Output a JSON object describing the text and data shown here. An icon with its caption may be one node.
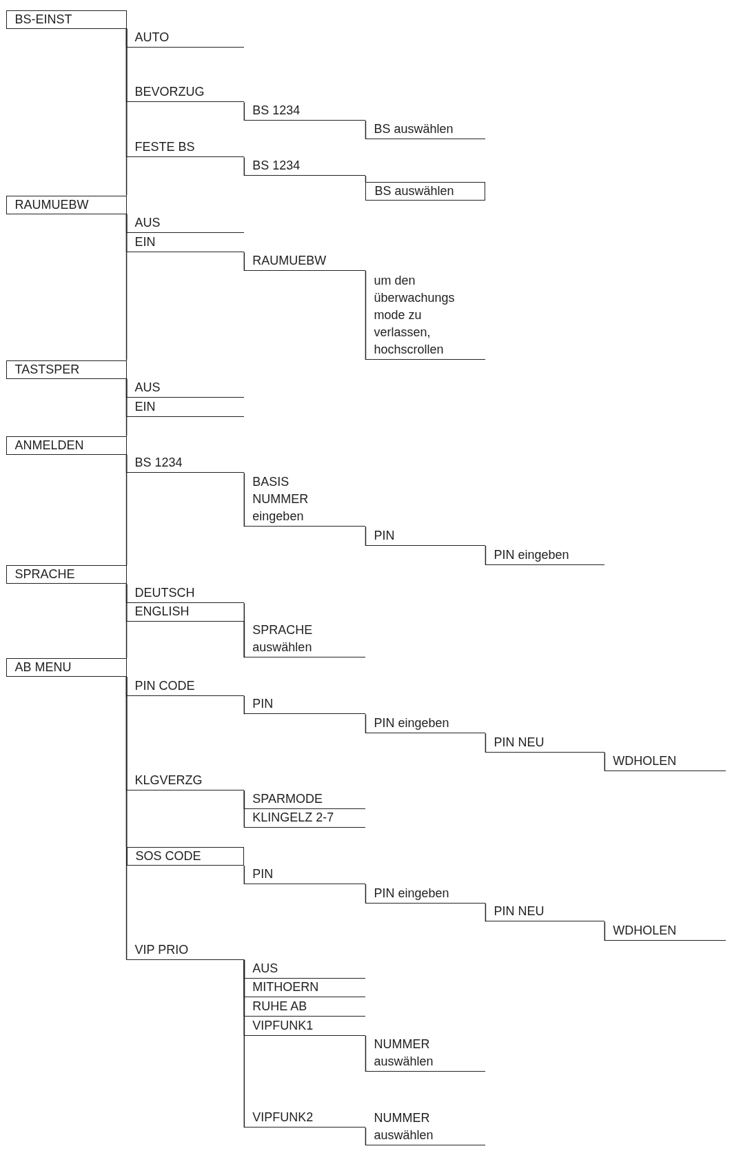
{
  "diagram": {
    "nodes": [
      {
        "text": [
          "BS-EINST"
        ]
      },
      {
        "text": [
          "AUTO"
        ]
      },
      {
        "text": [
          "BEVORZUG"
        ]
      },
      {
        "text": [
          "BS 1234"
        ]
      },
      {
        "text": [
          "BS auswählen"
        ]
      },
      {
        "text": [
          "FESTE BS"
        ]
      },
      {
        "text": [
          "BS 1234"
        ]
      },
      {
        "text": [
          "BS auswählen"
        ]
      },
      {
        "text": [
          "RAUMUEBW"
        ]
      },
      {
        "text": [
          "AUS"
        ]
      },
      {
        "text": [
          "EIN"
        ]
      },
      {
        "text": [
          "RAUMUEBW"
        ]
      },
      {
        "text": [
          "um den überwachungs mode zu verlassen, hochscrollen"
        ]
      },
      {
        "text": [
          "TASTSPER"
        ]
      },
      {
        "text": [
          "AUS"
        ]
      },
      {
        "text": [
          "EIN"
        ]
      },
      {
        "text": [
          "ANMELDEN"
        ]
      },
      {
        "text": [
          "BS 1234"
        ]
      },
      {
        "text": [
          "BASIS NUMMER eingeben"
        ]
      },
      {
        "text": [
          "PIN"
        ]
      },
      {
        "text": [
          "PIN eingeben"
        ]
      },
      {
        "text": [
          "SPRACHE"
        ]
      },
      {
        "text": [
          "DEUTSCH"
        ]
      },
      {
        "text": [
          "ENGLISH"
        ]
      },
      {
        "text": [
          "SPRACHE auswählen"
        ]
      },
      {
        "text": [
          "AB MENU"
        ]
      },
      {
        "text": [
          "PIN CODE"
        ]
      },
      {
        "text": [
          "PIN"
        ]
      },
      {
        "text": [
          "PIN eingeben"
        ]
      },
      {
        "text": [
          "PIN NEU"
        ]
      },
      {
        "text": [
          "WDHOLEN"
        ]
      },
      {
        "text": [
          "KLGVERZG"
        ]
      },
      {
        "text": [
          "SPARMODE"
        ]
      },
      {
        "text": [
          "KLINGELZ 2-7"
        ]
      },
      {
        "text": [
          "SOS CODE"
        ]
      },
      {
        "text": [
          "PIN"
        ]
      },
      {
        "text": [
          "PIN eingeben"
        ]
      },
      {
        "text": [
          "PIN NEU"
        ]
      },
      {
        "text": [
          "WDHOLEN"
        ]
      },
      {
        "text": [
          "VIP PRIO"
        ]
      },
      {
        "text": [
          "AUS"
        ]
      },
      {
        "text": [
          "MITHOERN"
        ]
      },
      {
        "text": [
          "RUHE AB"
        ]
      },
      {
        "text": [
          "VIPFUNK1"
        ]
      },
      {
        "text": [
          "NUMMER auswählen"
        ]
      },
      {
        "text": [
          "VIPFUNK2"
        ]
      },
      {
        "text": [
          "NUMMER auswählen"
        ]
      }
    ],
    "edges": [
      {
        "from": 0,
        "to": 1,
        "arrow": "none"
      },
      {
        "from": 0,
        "to": 2,
        "arrow": "none"
      },
      {
        "from": 2,
        "to": 3,
        "arrow": "none"
      },
      {
        "from": 3,
        "to": 4,
        "arrow": "none"
      },
      {
        "from": 0,
        "to": 5,
        "arrow": "none"
      },
      {
        "from": 5,
        "to": 6,
        "arrow": "none"
      },
      {
        "from": 6,
        "to": 7,
        "arrow": "none"
      },
      {
        "from": 0,
        "to": 8,
        "arrow": "none"
      },
      {
        "from": 8,
        "to": 9,
        "arrow": "none"
      },
      {
        "from": 8,
        "to": 10,
        "arrow": "none"
      },
      {
        "from": 10,
        "to": 11,
        "arrow": "none"
      },
      {
        "from": 11,
        "to": 12,
        "arrow": "none"
      },
      {
        "from": 8,
        "to": 13,
        "arrow": "none"
      },
      {
        "from": 13,
        "to": 14,
        "arrow": "none"
      },
      {
        "from": 13,
        "to": 15,
        "arrow": "none"
      },
      {
        "from": 13,
        "to": 16,
        "arrow": "none"
      },
      {
        "from": 16,
        "to": 17,
        "arrow": "none"
      },
      {
        "from": 17,
        "to": 18,
        "arrow": "none"
      },
      {
        "from": 18,
        "to": 19,
        "arrow": "none"
      },
      {
        "from": 19,
        "to": 20,
        "arrow": "none"
      },
      {
        "from": 16,
        "to": 21,
        "arrow": "none"
      },
      {
        "from": 21,
        "to": 22,
        "arrow": "none"
      },
      {
        "from": 21,
        "to": 23,
        "arrow": "none"
      },
      {
        "from": 22,
        "to": 24,
        "arrow": "none"
      },
      {
        "from": 23,
        "to": 24,
        "arrow": "none"
      },
      {
        "from": 21,
        "to": 25,
        "arrow": "none"
      },
      {
        "from": 25,
        "to": 26,
        "arrow": "none"
      },
      {
        "from": 26,
        "to": 27,
        "arrow": "none"
      },
      {
        "from": 27,
        "to": 28,
        "arrow": "none"
      },
      {
        "from": 28,
        "to": 29,
        "arrow": "none"
      },
      {
        "from": 29,
        "to": 30,
        "arrow": "none"
      },
      {
        "from": 25,
        "to": 31,
        "arrow": "none"
      },
      {
        "from": 31,
        "to": 32,
        "arrow": "none"
      },
      {
        "from": 31,
        "to": 33,
        "arrow": "none"
      },
      {
        "from": 25,
        "to": 34,
        "arrow": "none"
      },
      {
        "from": 34,
        "to": 35,
        "arrow": "none"
      },
      {
        "from": 35,
        "to": 36,
        "arrow": "none"
      },
      {
        "from": 36,
        "to": 37,
        "arrow": "none"
      },
      {
        "from": 37,
        "to": 38,
        "arrow": "none"
      },
      {
        "from": 25,
        "to": 39,
        "arrow": "none"
      },
      {
        "from": 39,
        "to": 40,
        "arrow": "none"
      },
      {
        "from": 39,
        "to": 41,
        "arrow": "none"
      },
      {
        "from": 39,
        "to": 42,
        "arrow": "none"
      },
      {
        "from": 39,
        "to": 43,
        "arrow": "none"
      },
      {
        "from": 43,
        "to": 44,
        "arrow": "none"
      },
      {
        "from": 39,
        "to": 45,
        "arrow": "none"
      },
      {
        "from": 45,
        "to": 46,
        "arrow": "none"
      }
    ]
  }
}
